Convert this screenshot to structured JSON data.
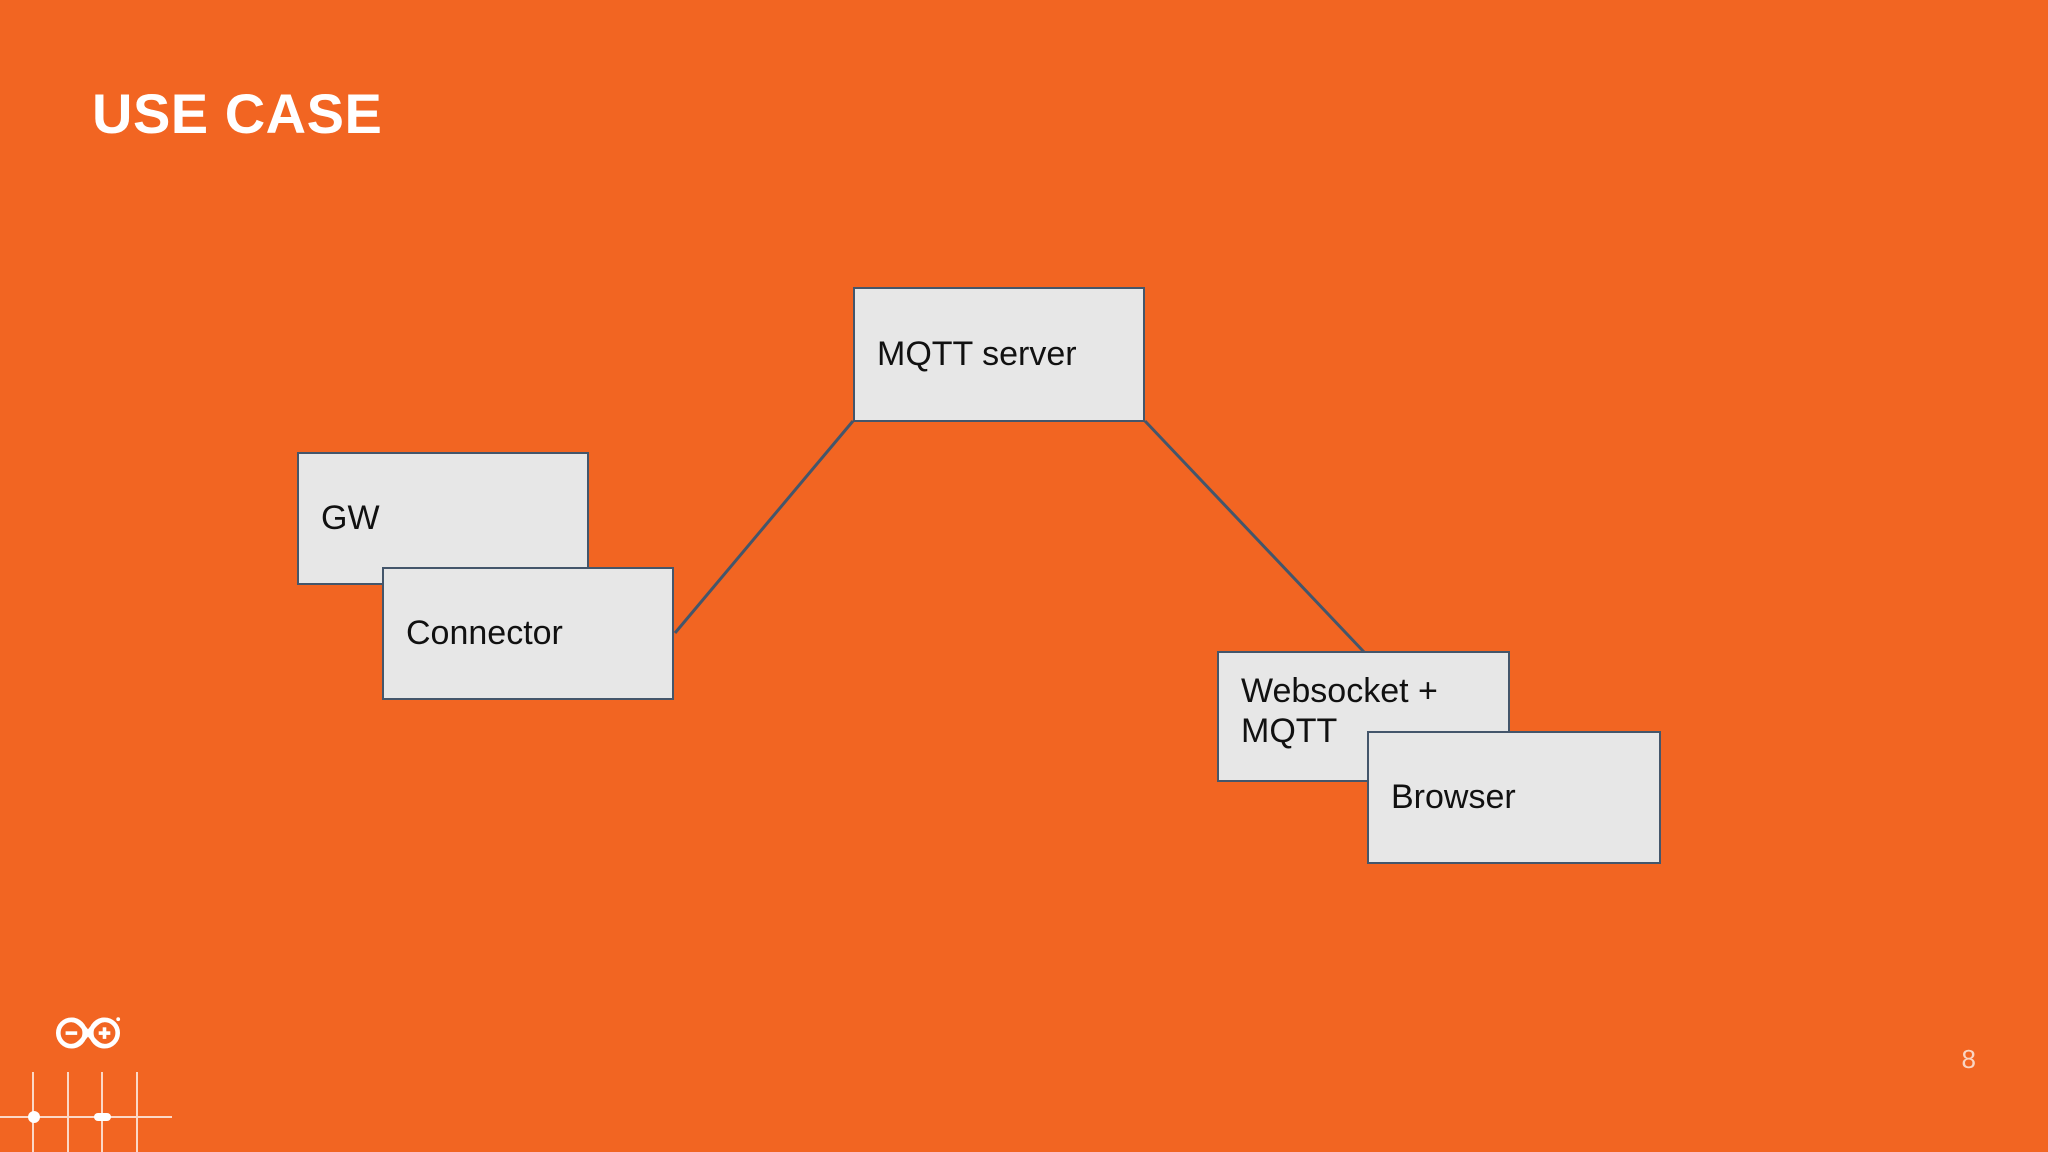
{
  "slide": {
    "title": "USE CASE",
    "page_number": "8",
    "background_color": "#F26522",
    "title_color": "#FFFFFF"
  },
  "diagram": {
    "type": "block-diagram",
    "node_fill_color": "#E7E7E7",
    "node_border_color": "#44566B",
    "edge_color": "#44566B",
    "nodes": [
      {
        "id": "gw",
        "label": "GW"
      },
      {
        "id": "connector",
        "label": "Connector"
      },
      {
        "id": "mqtt",
        "label": "MQTT server"
      },
      {
        "id": "websocket",
        "label": "Websocket +\nMQTT"
      },
      {
        "id": "browser",
        "label": "Browser"
      }
    ],
    "edges": [
      {
        "from": "connector",
        "to": "mqtt"
      },
      {
        "from": "mqtt",
        "to": "websocket"
      }
    ]
  },
  "footer": {
    "logo_name": "arduino-infinity-logo",
    "logo_minus": "−",
    "logo_plus": "+",
    "logo_trademark": "®"
  }
}
